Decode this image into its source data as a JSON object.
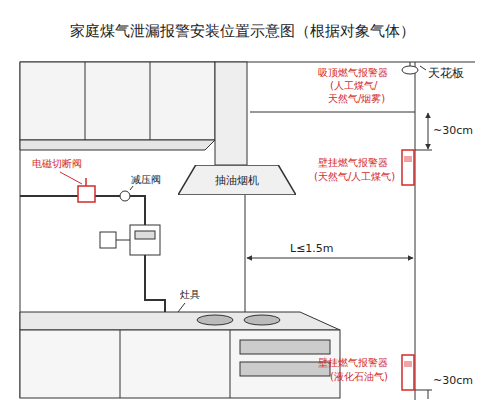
{
  "diagram": {
    "title": "家庭煤气泄漏报警安装位置示意图（根据对象气体）",
    "nodes": [
      {
        "text": [
          "抽油烟机"
        ]
      }
    ],
    "labels": [
      "吸顶燃气报警器",
      "(人工煤气/",
      "天然气/烟雾)",
      "天花板",
      "~30cm",
      "壁挂燃气报警器",
      "(天然气/人工煤气)",
      "电磁切断阀",
      "减压阀",
      "L≤1.5m",
      "灶具",
      "壁挂燃气报警器",
      "(液化石油气)",
      "~30cm"
    ]
  }
}
